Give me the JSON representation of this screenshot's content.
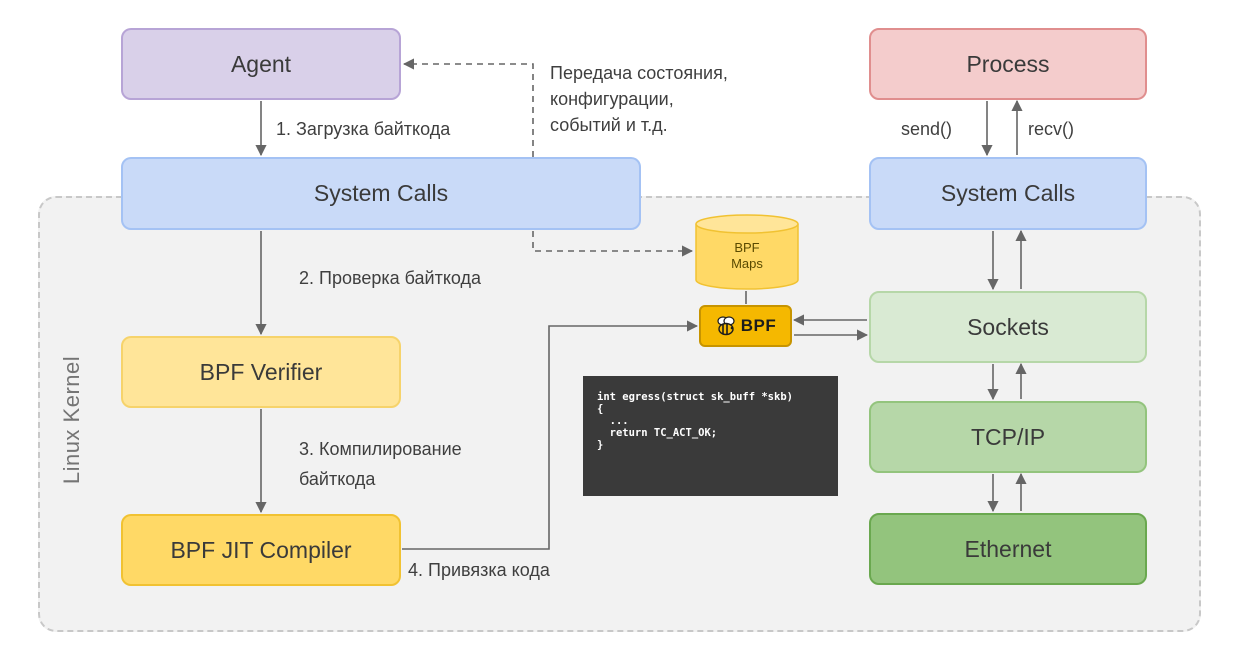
{
  "kernel_label": "Linux Kernel",
  "boxes": {
    "agent": "Agent",
    "process": "Process",
    "system_calls_left": "System Calls",
    "system_calls_right": "System Calls",
    "verifier": "BPF Verifier",
    "jit": "BPF JIT Compiler",
    "sockets": "Sockets",
    "tcpip": "TCP/IP",
    "ethernet": "Ethernet"
  },
  "labels": {
    "step1": "1. Загрузка байткода",
    "step2": "2. Проверка байткода",
    "step3_line1": "3. Компилирование",
    "step3_line2": "байткода",
    "step4": "4. Привязка кода",
    "state_line1": "Передача состояния,",
    "state_line2": "конфигурации,",
    "state_line3": "событий и т.д.",
    "send": "send()",
    "recv": "recv()"
  },
  "bpf_maps": {
    "line1": "BPF",
    "line2": "Maps"
  },
  "bpf_badge": {
    "text": "BPF",
    "icon": "bee-icon"
  },
  "code": {
    "lines": [
      "int egress(struct sk_buff *skb)",
      "{",
      "  ...",
      "  return TC_ACT_OK;",
      "}"
    ]
  },
  "colors": {
    "agent": "#d9d0e9",
    "process": "#f4cccc",
    "system_calls": "#c9daf8",
    "verifier": "#ffe599",
    "jit": "#ffd966",
    "sockets": "#d9ead3",
    "tcpip": "#b6d7a8",
    "ethernet": "#93c47d",
    "bpf": "#f5b800",
    "kernel_region": "#f2f2f2"
  }
}
